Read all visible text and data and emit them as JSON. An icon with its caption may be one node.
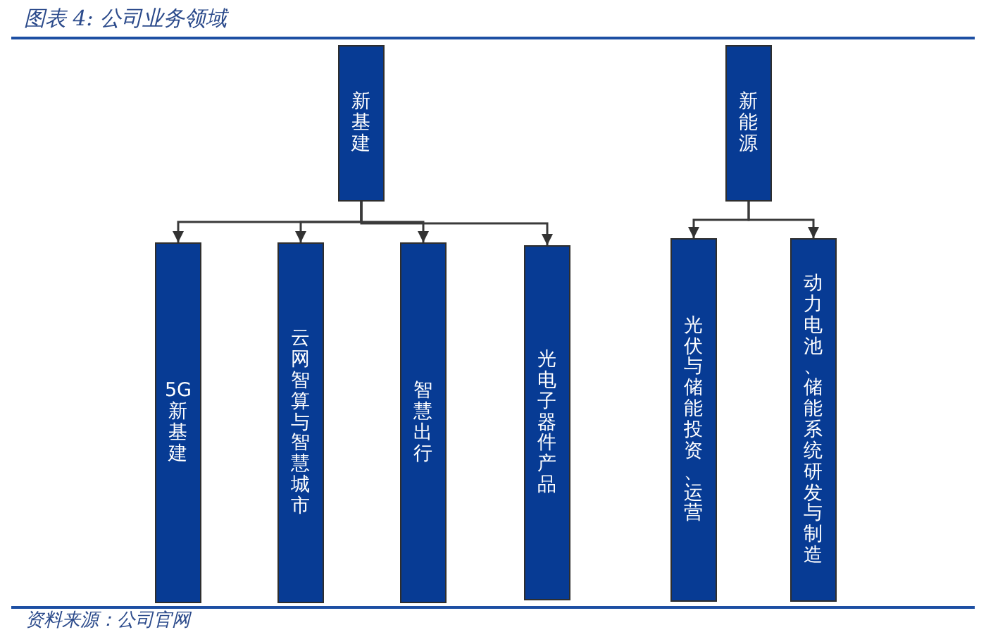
{
  "diagram": {
    "title": "图表 4: 公司业务领域",
    "caption": "资料来源：公司官网",
    "nodes": [
      {
        "text": [
          "新基建"
        ]
      },
      {
        "text": [
          "新能源"
        ]
      },
      {
        "text": [
          "5G新基建"
        ]
      },
      {
        "text": [
          "云网智算与智慧城市"
        ]
      },
      {
        "text": [
          "智慧出行"
        ]
      },
      {
        "text": [
          "光电子器件产品"
        ]
      },
      {
        "text": [
          "光伏与储能投资、运营"
        ]
      },
      {
        "text": [
          "动力电池、储能系统研发与制造"
        ]
      }
    ],
    "edges": [
      {
        "from": 0,
        "to": 2,
        "arrow": "to"
      },
      {
        "from": 0,
        "to": 3,
        "arrow": "to"
      },
      {
        "from": 0,
        "to": 4,
        "arrow": "to"
      },
      {
        "from": 0,
        "to": 5,
        "arrow": "to"
      },
      {
        "from": 1,
        "to": 6,
        "arrow": "to"
      },
      {
        "from": 1,
        "to": 7,
        "arrow": "to"
      }
    ]
  }
}
